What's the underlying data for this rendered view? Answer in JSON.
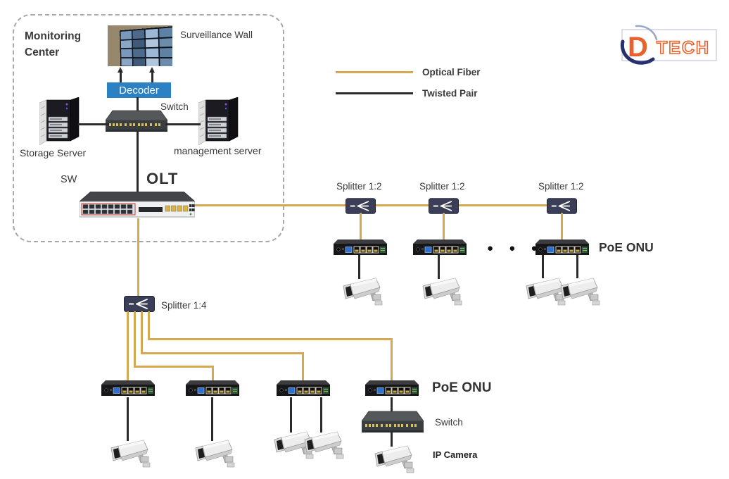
{
  "colors": {
    "optical-fiber": "#D5A94F",
    "twisted-pair": "#2B2B2B",
    "splitter-body": "#3A3E57",
    "decoder-blue": "#2C80C4",
    "logo-orange": "#E8622D",
    "logo-navy": "#27306E"
  },
  "legend": {
    "optical_fiber": "Optical Fiber",
    "twisted_pair": "Twisted Pair"
  },
  "logo": {
    "letter": "D",
    "text": "TECH"
  },
  "monitoring_center": {
    "title_line1": "Monitoring",
    "title_line2": "Center",
    "surveillance_wall": "Surveillance Wall",
    "decoder": "Decoder",
    "switch": "Switch",
    "storage_server": "Storage Server",
    "management_server": "management server",
    "sw": "SW"
  },
  "olt_label": "OLT",
  "splitters": {
    "s1": "Splitter 1:2",
    "s2": "Splitter 1:2",
    "s3": "Splitter 1:2",
    "s14": "Splitter 1:4"
  },
  "top_branch": {
    "poe_onu": "PoE ONU",
    "ellipsis": "● ● ●"
  },
  "bottom_branch": {
    "poe_onu": "PoE ONU",
    "switch": "Switch",
    "ip_camera": "IP Camera"
  }
}
